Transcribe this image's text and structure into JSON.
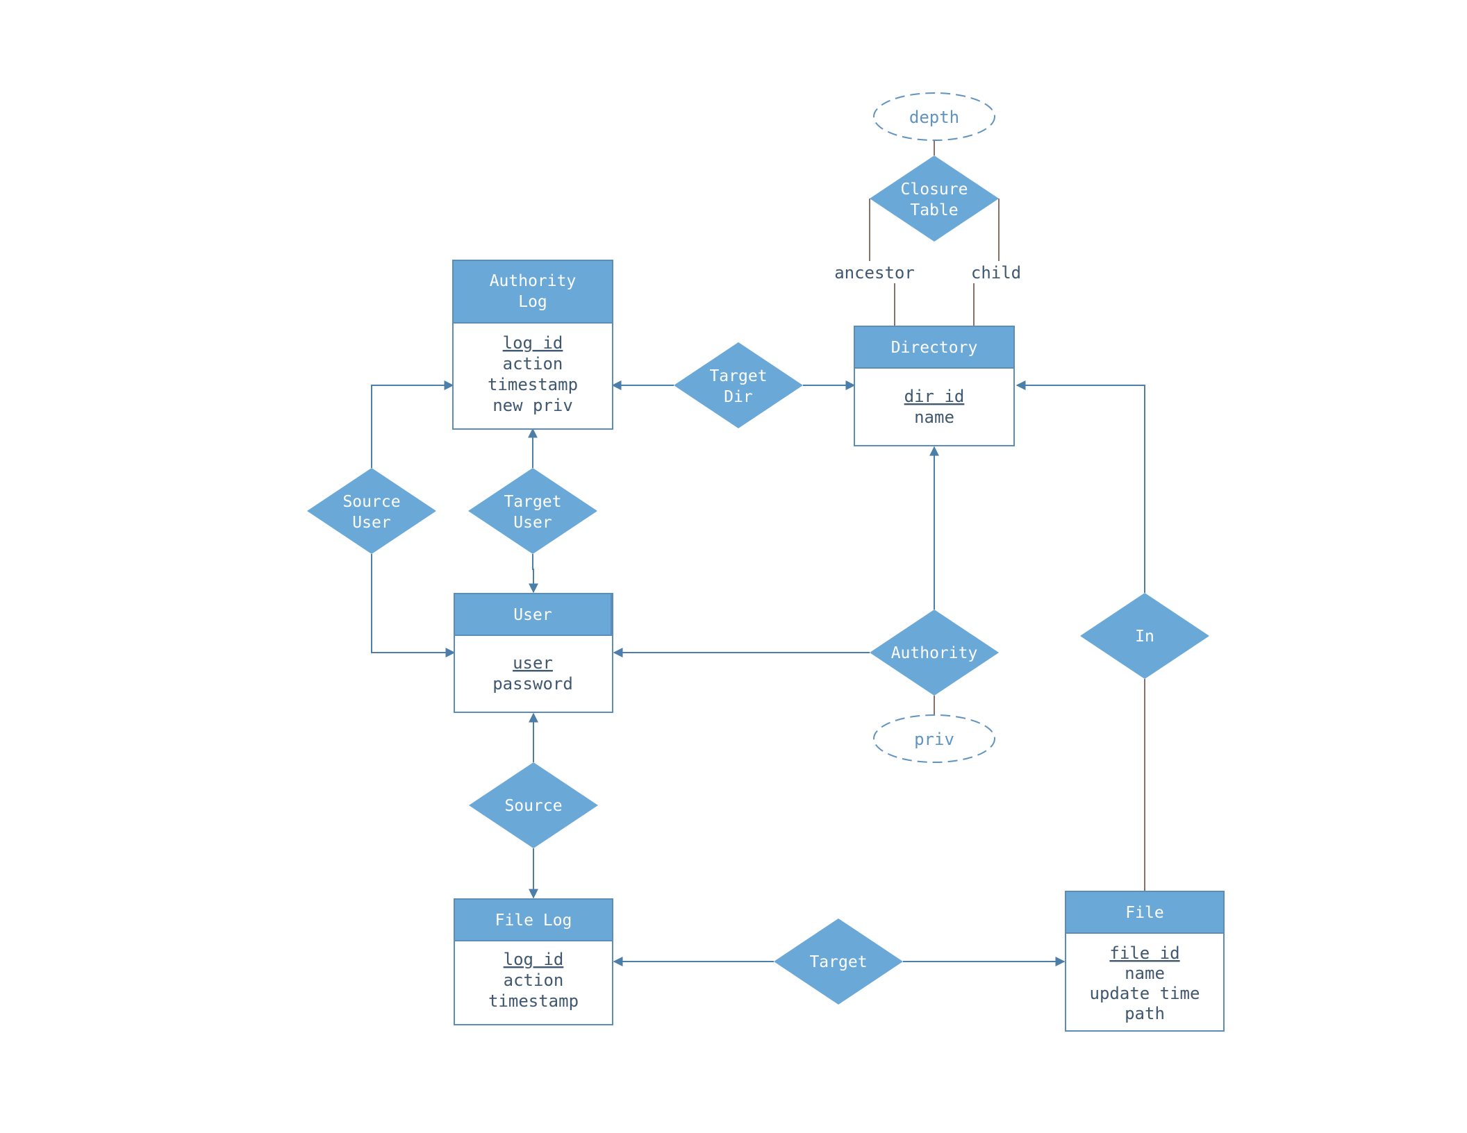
{
  "entities": {
    "authority_log": {
      "title_1": "Authority",
      "title_2": "Log",
      "attr_1": "log id",
      "attr_2": "action",
      "attr_3": "timestamp",
      "attr_4": "new priv"
    },
    "directory": {
      "title": "Directory",
      "attr_1": "dir id",
      "attr_2": "name"
    },
    "user": {
      "title": "User",
      "attr_1": "user",
      "attr_2": "password"
    },
    "file_log": {
      "title": "File Log",
      "attr_1": "log id",
      "attr_2": "action",
      "attr_3": "timestamp"
    },
    "file": {
      "title": "File",
      "attr_1": "file id",
      "attr_2": "name",
      "attr_3": "update time",
      "attr_4": "path"
    }
  },
  "relationships": {
    "closure_table": {
      "line_1": "Closure",
      "line_2": "Table"
    },
    "target_dir": {
      "line_1": "Target",
      "line_2": "Dir"
    },
    "source_user": {
      "line_1": "Source",
      "line_2": "User"
    },
    "target_user": {
      "line_1": "Target",
      "line_2": "User"
    },
    "authority": {
      "label": "Authority"
    },
    "in": {
      "label": "In"
    },
    "source": {
      "label": "Source"
    },
    "target": {
      "label": "Target"
    }
  },
  "attributes": {
    "depth": "depth",
    "priv": "priv"
  },
  "roles": {
    "ancestor": "ancestor",
    "child": "child"
  },
  "colors": {
    "header_fill": "#6aa8d8",
    "diamond_fill": "#6aa8d8",
    "box_border": "#5b8db8",
    "connector": "#4b7ea8",
    "connector_brown": "#8a7067",
    "text_dark": "#3f5770",
    "dashed_attr": "#5f93c0"
  }
}
